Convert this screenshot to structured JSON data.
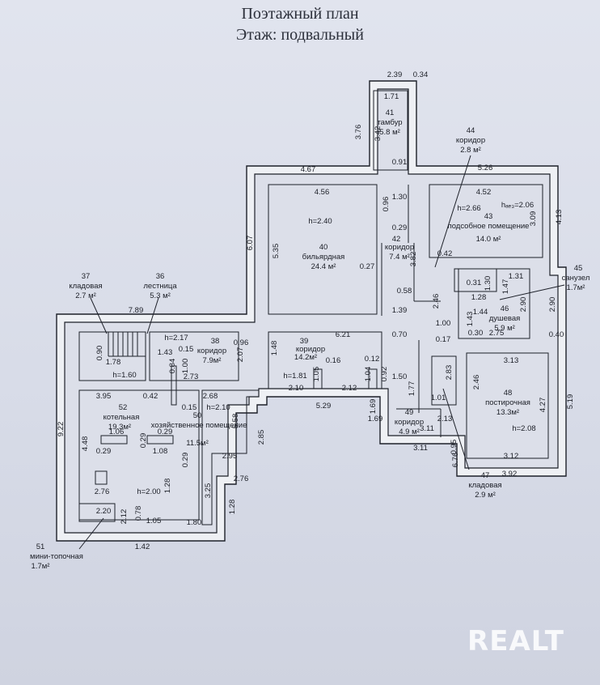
{
  "header": {
    "title": "Поэтажный план",
    "subtitle": "Этаж: подвальный"
  },
  "rooms": {
    "r36": {
      "num": "36",
      "name": "лестница",
      "area": "5.3 м²"
    },
    "r37": {
      "num": "37",
      "name": "кладовая",
      "area": "2.7 м²"
    },
    "r38": {
      "num": "38",
      "name": "коридор",
      "area": "7.9м²"
    },
    "r39": {
      "num": "39",
      "name": "коридор",
      "area": "14.2м²"
    },
    "r40": {
      "num": "40",
      "name": "бильярдная",
      "area": "24.4 м²"
    },
    "r41": {
      "num": "41",
      "name": "тамбур",
      "area": "5.8 м²"
    },
    "r42": {
      "num": "42",
      "name": "коридор",
      "area": "7.4 м²"
    },
    "r43": {
      "num": "43",
      "name": "подсобное помещение",
      "area": "14.0 м²"
    },
    "r44": {
      "num": "44",
      "name": "коридор",
      "area": "2.8 м²"
    },
    "r45": {
      "num": "45",
      "name": "санузел",
      "area": "1.7м²"
    },
    "r46": {
      "num": "46",
      "name": "душевая",
      "area": "5.9 м²"
    },
    "r47": {
      "num": "47",
      "name": "кладовая",
      "area": "2.9 м²"
    },
    "r48": {
      "num": "48",
      "name": "постирочная",
      "area": "13.3м²"
    },
    "r49": {
      "num": "49",
      "name": "коридор",
      "area": "4.9 м²"
    },
    "r50": {
      "num": "50",
      "name": "хозяйственное помещение",
      "area": "11.5м²"
    },
    "r51": {
      "num": "51",
      "name": "мини-топочная",
      "area": "1.7м²"
    },
    "r52": {
      "num": "52",
      "name": "котельная",
      "area": "19.3м²"
    }
  },
  "heights": {
    "h40": "h=2.40",
    "h43": "h=2.66",
    "h43b": "hₐₑ₃=2.06",
    "h38": "h=2.17",
    "h39": "h=1.81",
    "h39b": "h=1.60",
    "h50": "h=2.10",
    "h52": "h=2.00",
    "h48": "h=2.08"
  },
  "dims": [
    "2.39",
    "0.34",
    "1.71",
    "3.76",
    "3.42",
    "0.91",
    "4.67",
    "4.56",
    "1.30",
    "0.96",
    "0.29",
    "5.26",
    "4.52",
    "3.09",
    "4.13",
    "6.07",
    "5.35",
    "0.27",
    "3.82",
    "0.42",
    "7.89",
    "1.78",
    "0.90",
    "1.43",
    "0.15",
    "0.96",
    "2.07",
    "6.21",
    "1.48",
    "0.16",
    "0.12",
    "1.39",
    "0.58",
    "2.46",
    "0.31",
    "1.30",
    "1.31",
    "1.47",
    "1.28",
    "1.44",
    "2.90",
    "2.90",
    "1.00",
    "1.43",
    "0.70",
    "0.17",
    "0.30",
    "2.75",
    "0.40",
    "3.13",
    "2.46",
    "4.27",
    "5.19",
    "0.84",
    "1.00",
    "2.73",
    "1.05",
    "1.04",
    "0.92",
    "1.50",
    "1.77",
    "2.83",
    "1.01",
    "2.10",
    "2.12",
    "3.95",
    "0.42",
    "2.68",
    "0.15",
    "5.29",
    "1.69",
    "1.69",
    "2.13",
    "3.11",
    "3.11",
    "0.95",
    "3.12",
    "3.92",
    "9.22",
    "4.48",
    "1.06",
    "0.29",
    "0.29",
    "0.29",
    "1.08",
    "0.29",
    "5.58",
    "2.85",
    "2.95",
    "1.28",
    "3.25",
    "2.76",
    "1.28",
    "2.76",
    "2.20",
    "2.12",
    "0.78",
    "1.05",
    "1.80",
    "1.42",
    "6.76",
    "0.95"
  ],
  "watermark": "REALT"
}
